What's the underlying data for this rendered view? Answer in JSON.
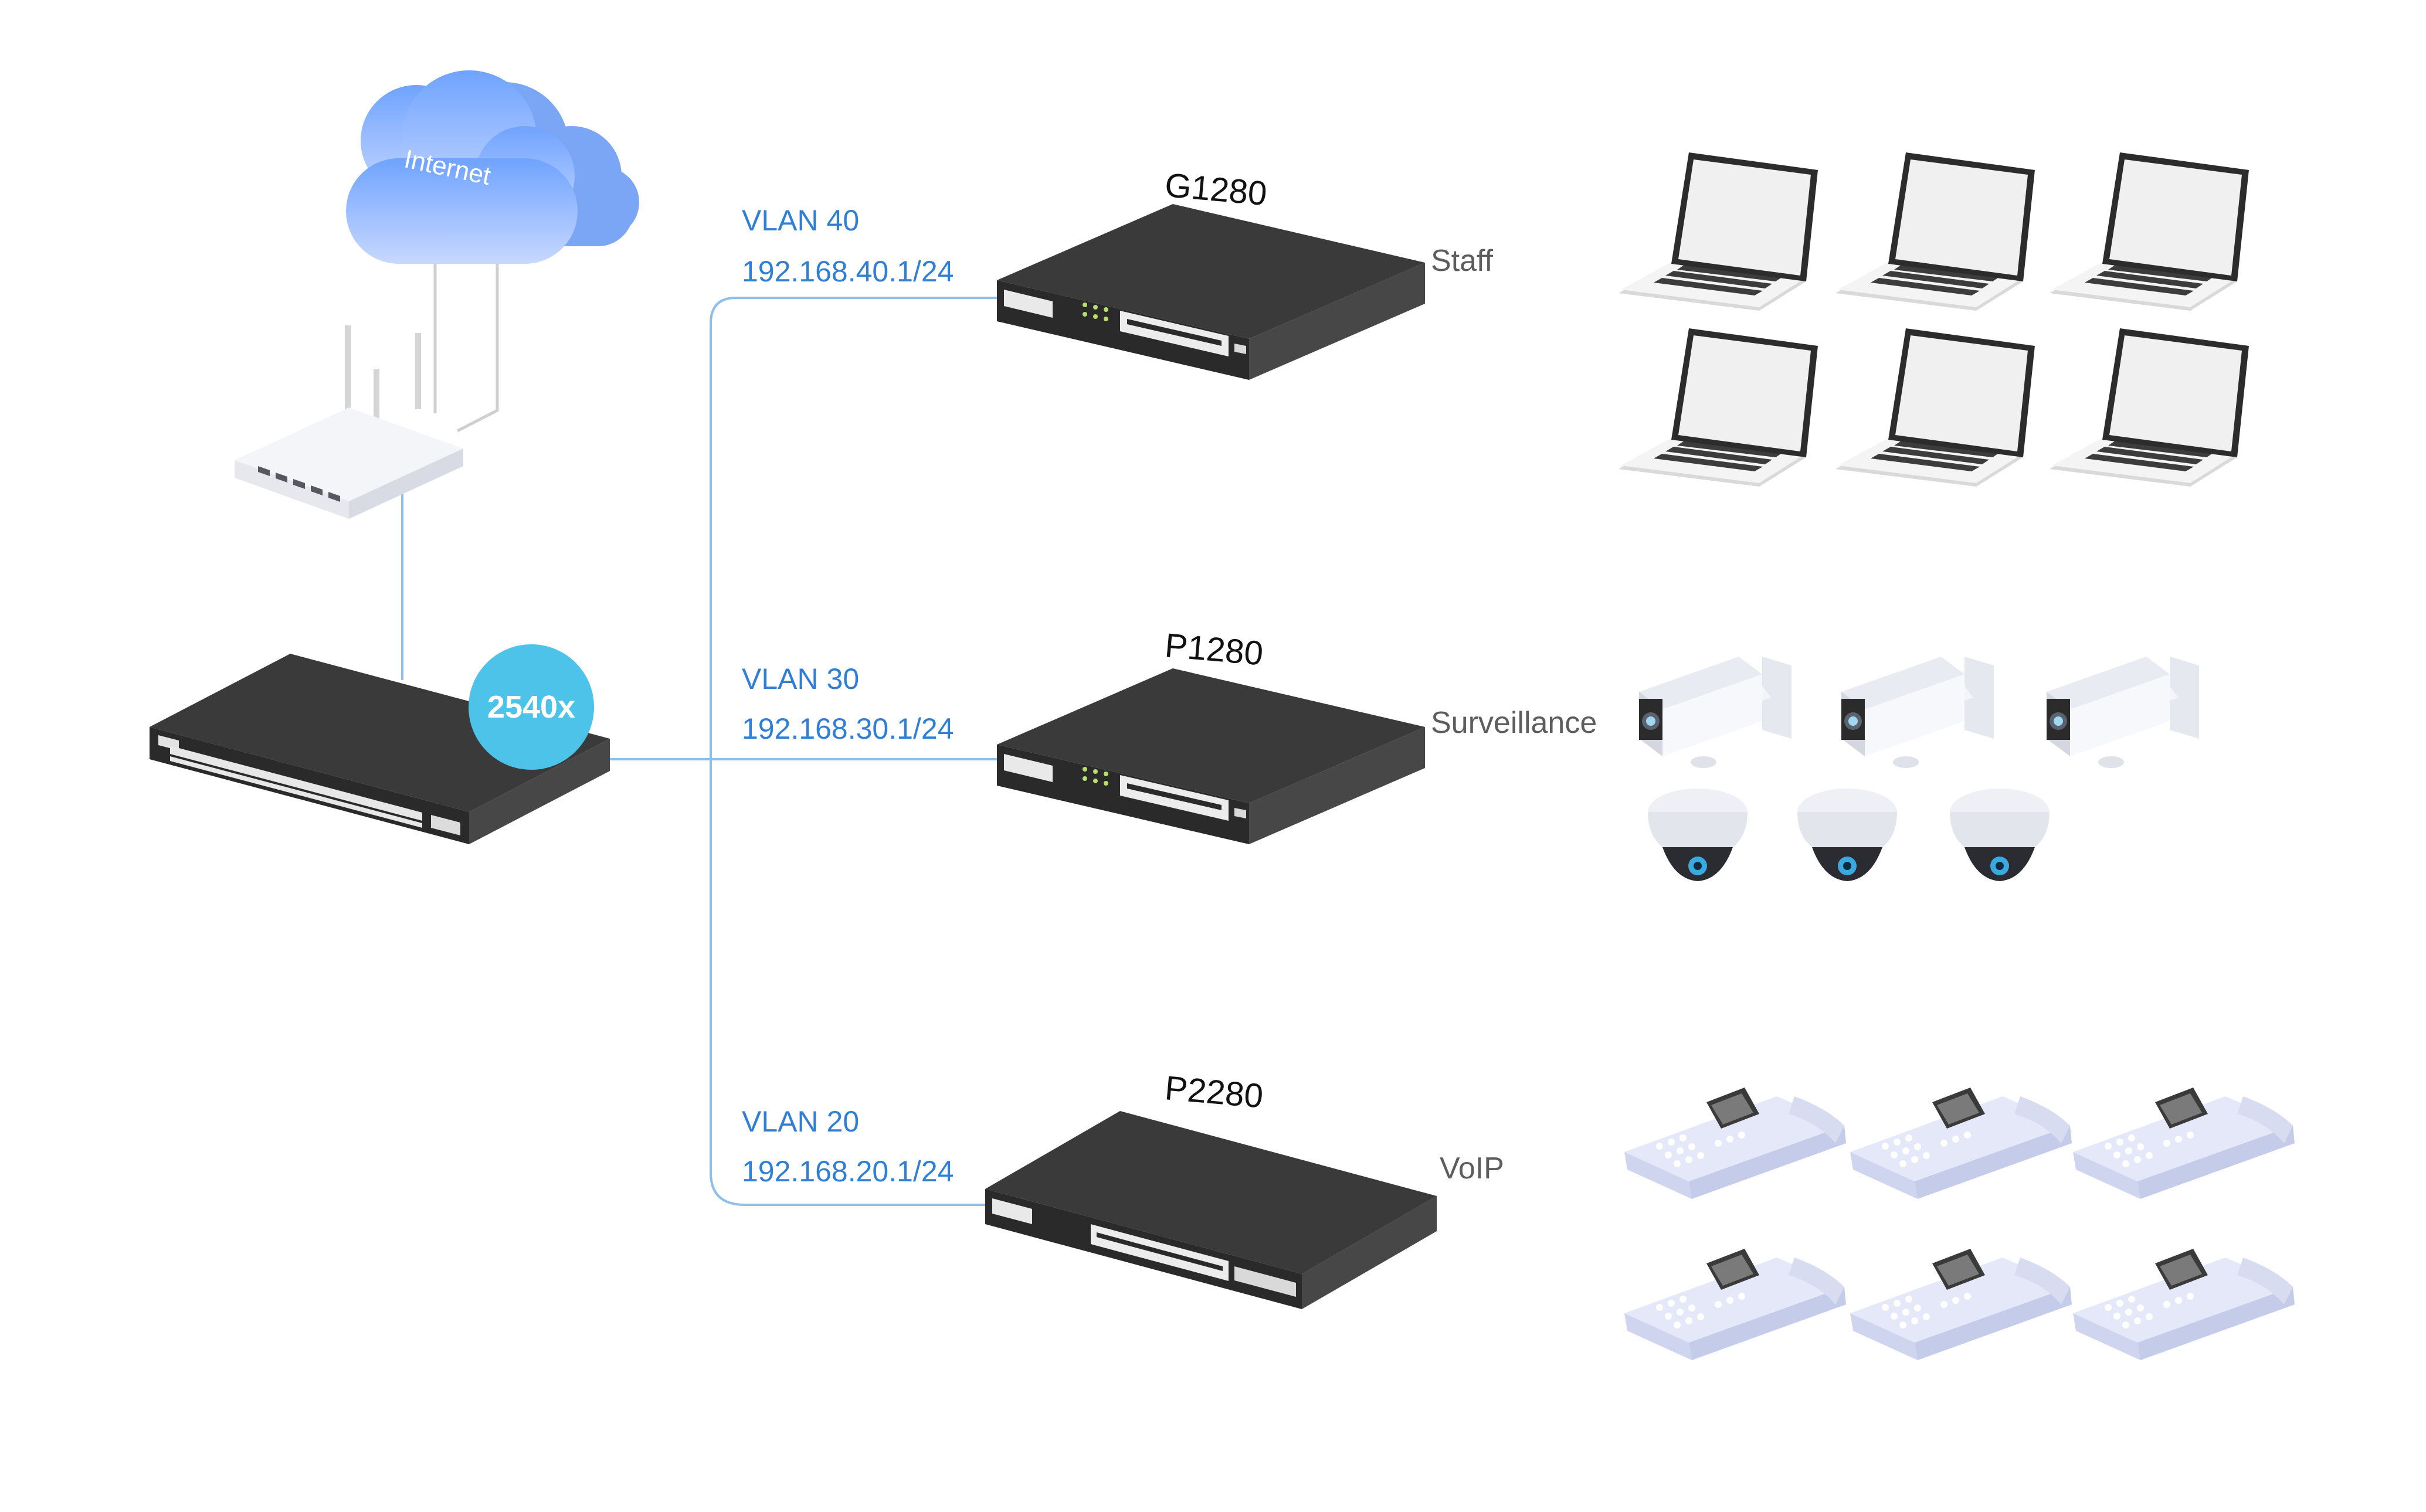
{
  "internet": {
    "label": "Internet",
    "icon": "cloud-icon"
  },
  "router": {
    "icon": "router-icon"
  },
  "core_switch": {
    "badge": "2540x",
    "badge_color": "#4ec3ea",
    "icon": "switch-icon"
  },
  "vlans": [
    {
      "vlan": "VLAN 40",
      "subnet": "192.168.40.1/24",
      "switch": "G1280",
      "group": "Staff",
      "device_icon": "laptop-icon"
    },
    {
      "vlan": "VLAN 30",
      "subnet": "192.168.30.1/24",
      "switch": "P1280",
      "group": "Surveillance",
      "device_icon": "camera-icon"
    },
    {
      "vlan": "VLAN 20",
      "subnet": "192.168.20.1/24",
      "switch": "P2280",
      "group": "VoIP",
      "device_icon": "ip-phone-icon"
    }
  ],
  "colors": {
    "vlan_text": "#2f7fd6",
    "link_line": "#8fbfe8",
    "bus_start": "#5fd6ea",
    "bus_end": "#b8d4fa",
    "switch_body": "#3a3a3a"
  }
}
